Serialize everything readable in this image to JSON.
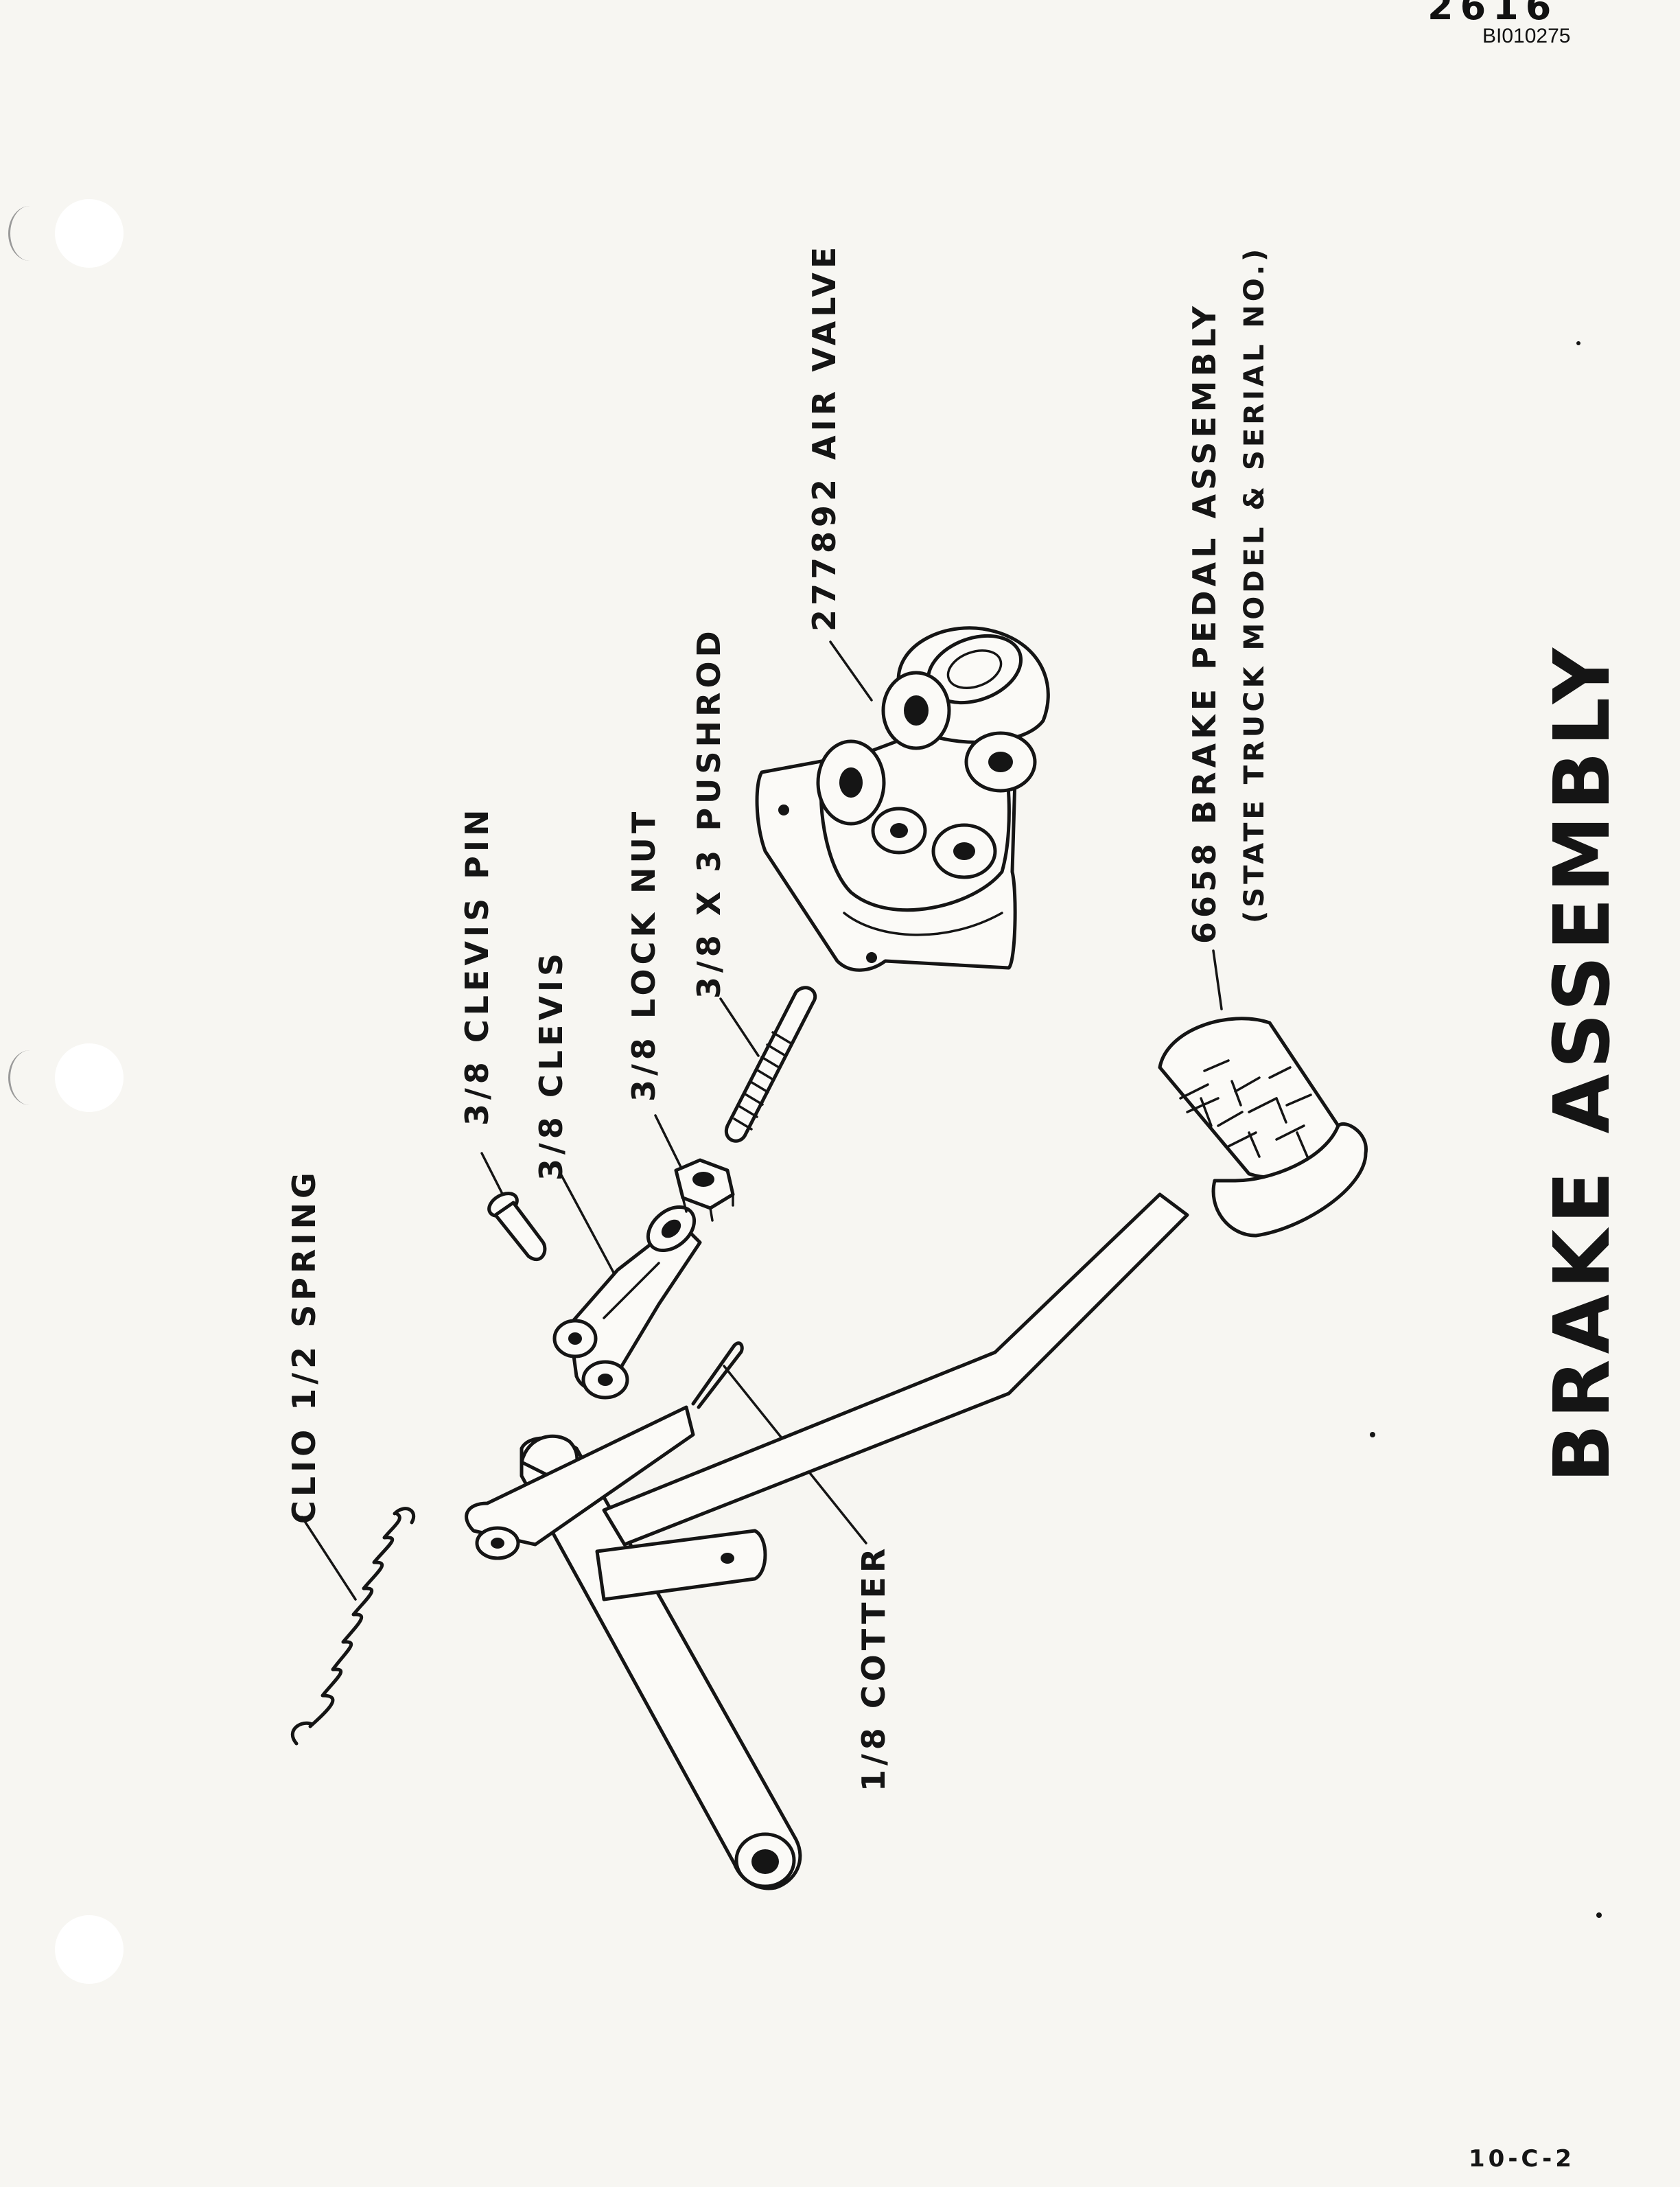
{
  "header": {
    "number_top": "2616",
    "doc_id": "BI010275"
  },
  "labels": {
    "spring": "CLIO 1/2   SPRING",
    "clevis_pin": "3/8  CLEVIS  PIN",
    "clevis": "3/8   CLEVIS",
    "lock_nut": "3/8  LOCK  NUT",
    "pushrod": "3/8  X  3  PUSHROD",
    "air_valve": "277892   AIR   VALVE",
    "pedal_assembly": "6658  BRAKE  PEDAL  ASSEMBLY",
    "pedal_note": "(STATE  TRUCK  MODEL  &  SERIAL  NO.)",
    "cotter": "1/8  COTTER"
  },
  "title": "BRAKE  ASSEMBLY",
  "footer": {
    "page_number": "10-C-2"
  }
}
